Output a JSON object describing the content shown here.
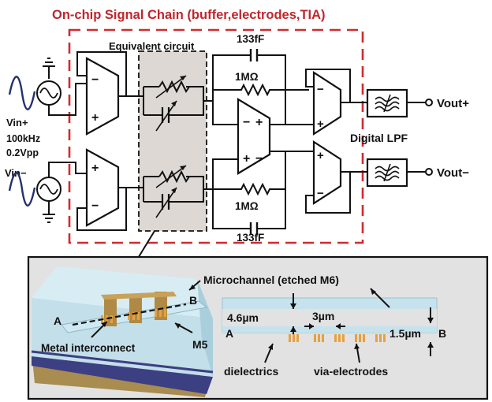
{
  "title": "On-chip Signal Chain (buffer,electrodes,TIA)",
  "equivalent_circuit_label": "Equivalent circuit",
  "source_top": {
    "label": "Vin+"
  },
  "source_bottom": {
    "label": "Vin−"
  },
  "source_spec": {
    "freq": "100kHz",
    "amp": "0.2Vpp"
  },
  "feedback_top": {
    "cap": "133fF",
    "res": "1MΩ"
  },
  "feedback_bottom": {
    "cap": "133fF",
    "res": "1MΩ"
  },
  "opamp_signs": {
    "minus": "−",
    "plus": "+"
  },
  "filter_label": "Digital LPF",
  "outputs": {
    "top": "Vout+",
    "bottom": "Vout−"
  },
  "inset": {
    "microchannel_label": "Microchannel (etched M6)",
    "metal_interconnect_label": "Metal interconnect",
    "m5_label": "M5",
    "point_a": "A",
    "point_b": "B",
    "dim_height": "4.6µm",
    "dim_pitch": "3µm",
    "dim_depth": "1.5µm",
    "dielectrics_label": "dielectrics",
    "via_label": "via-electrodes"
  },
  "colors": {
    "title_red": "#c0262c",
    "dashed_red": "#d22a2f",
    "sine_blue": "#23306e",
    "equiv_fill": "#ddd8d3",
    "inset_fill": "#e2e2e2",
    "channel_blue": "#cfe6ef",
    "electrode_orange": "#e8a040",
    "substrate_purple": "#3c3f82",
    "substrate_brown": "#a88c50"
  }
}
